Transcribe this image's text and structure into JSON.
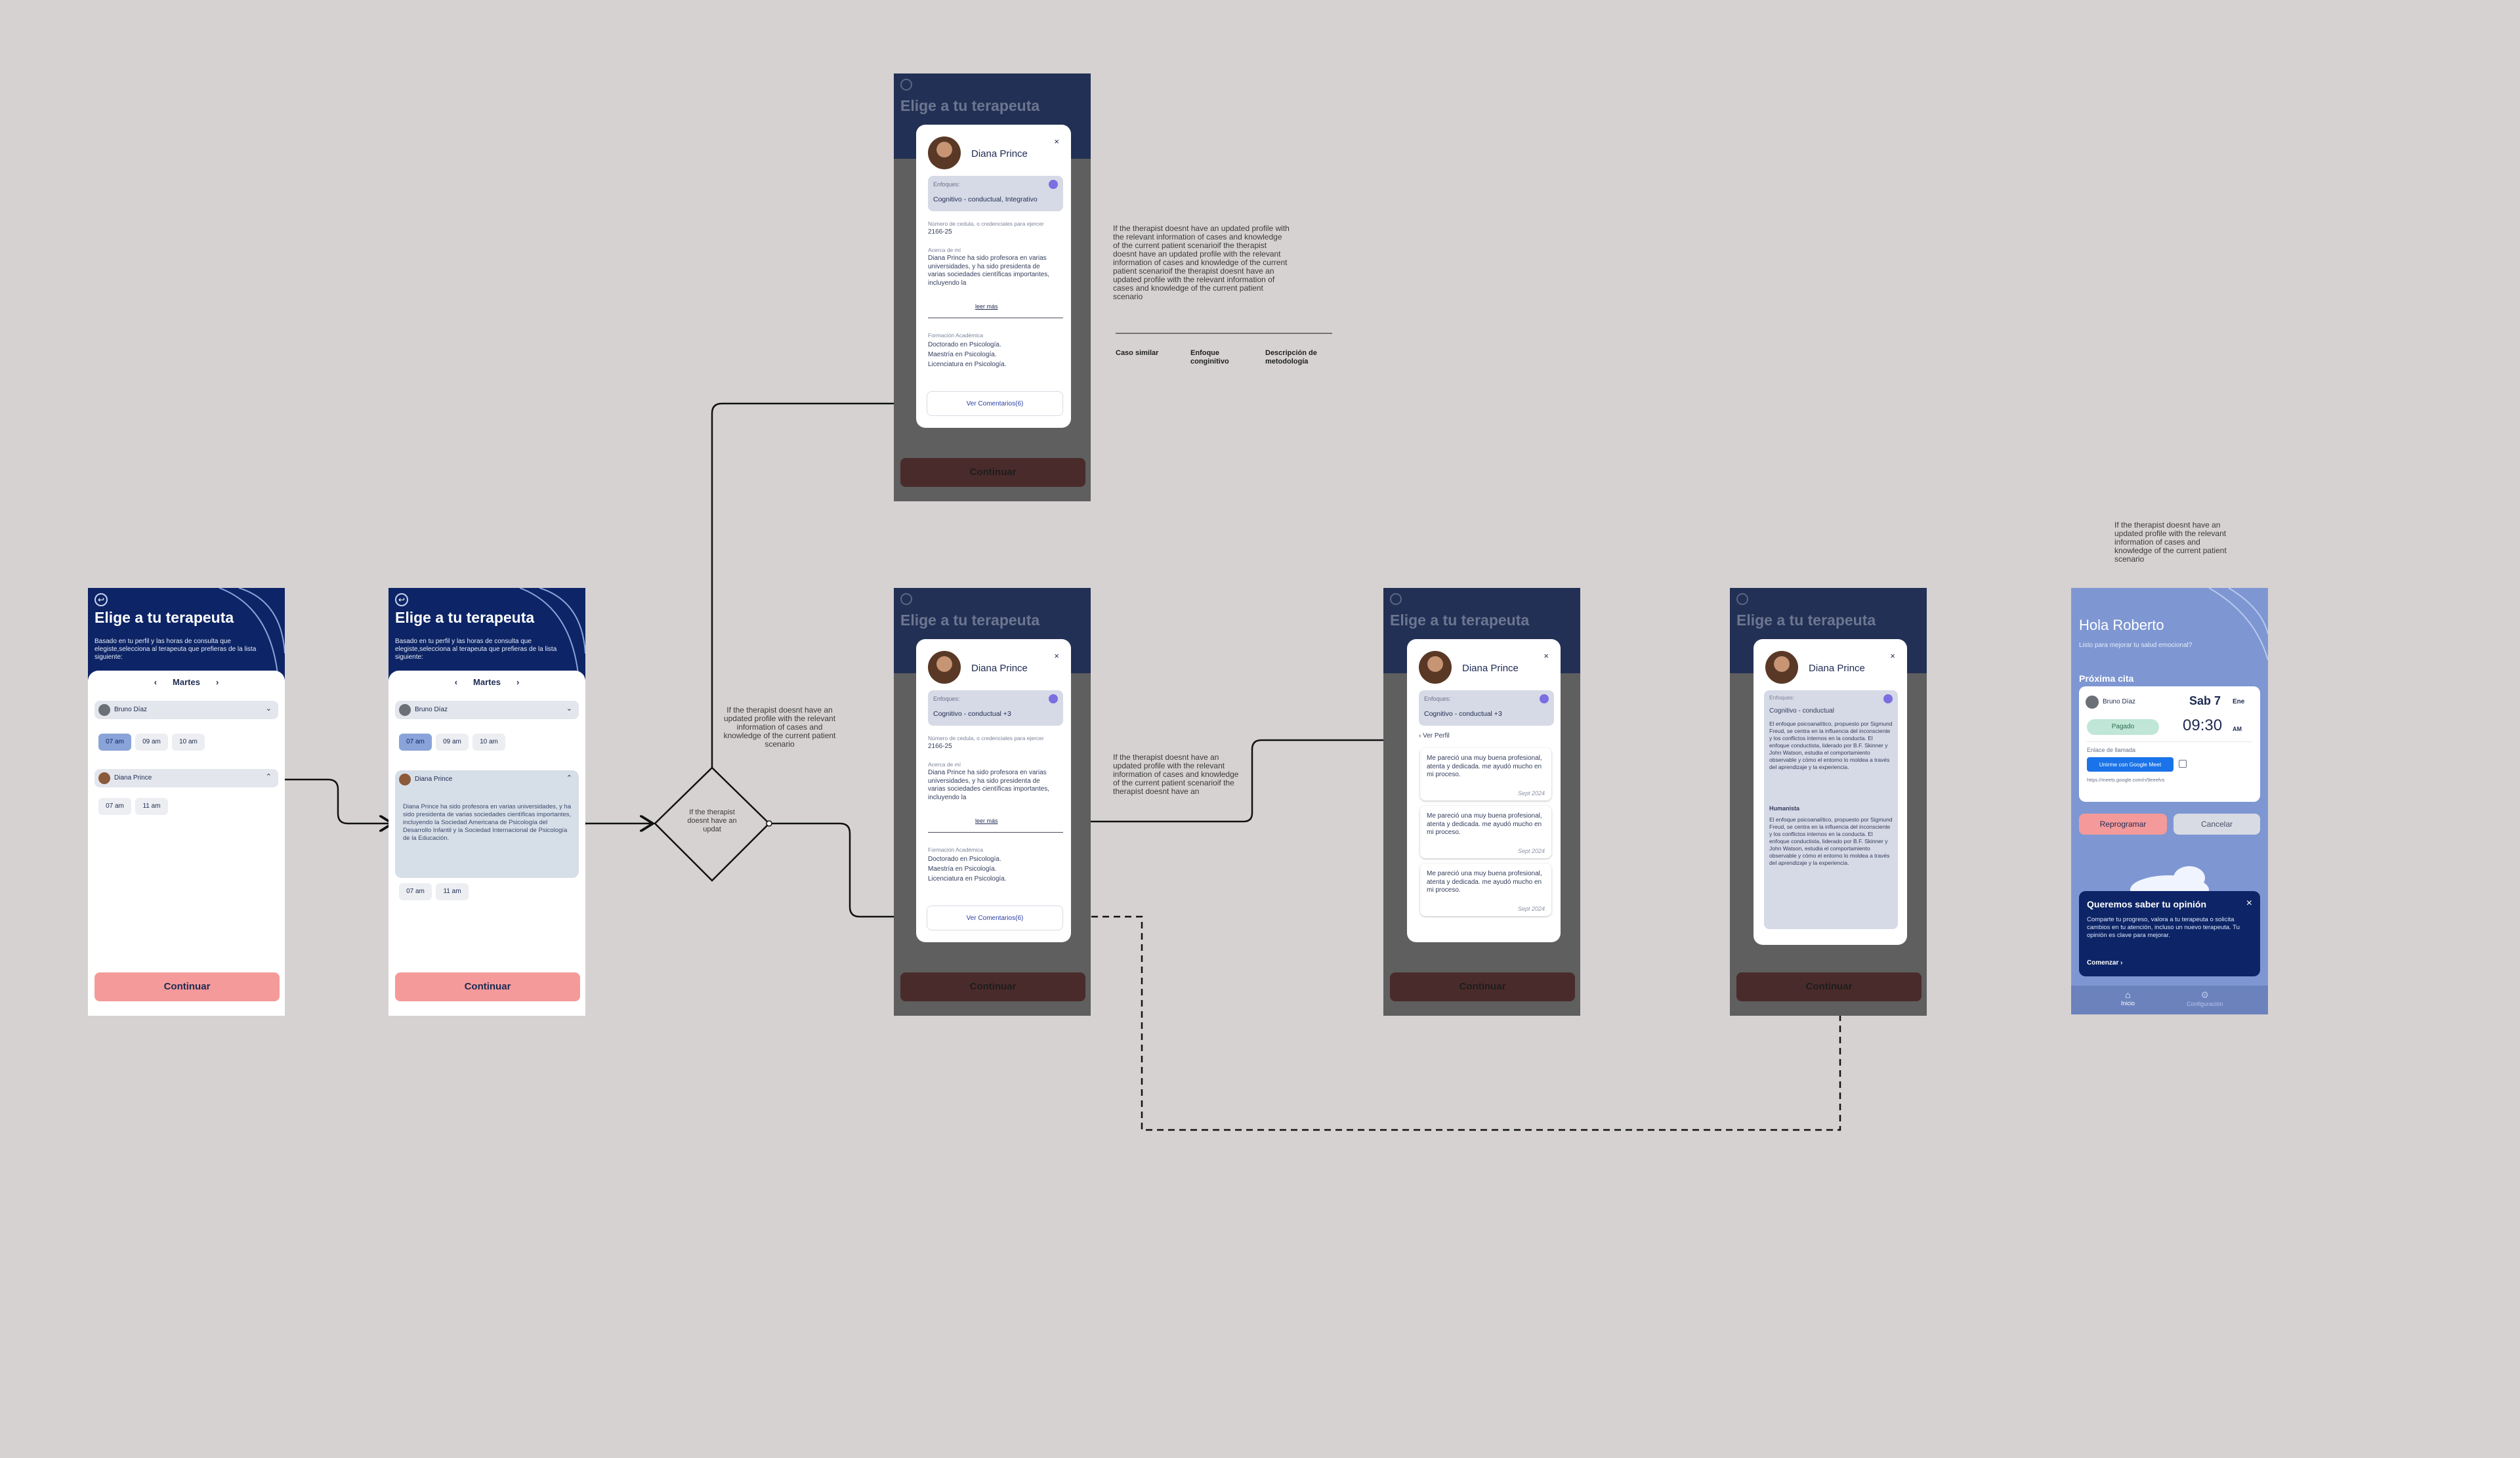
{
  "screen_title": "Elige a tu terapeuta",
  "screen_subtitle": "Basado en tu perfil y las horas de consulta que elegiste,selecciona al terapeuta que prefieras de la lista siguiente:",
  "day": "Martes",
  "therapists": {
    "bruno": "Bruno Díaz",
    "diana": "Diana Prince"
  },
  "slots_bruno": [
    "07 am",
    "09 am",
    "10 am"
  ],
  "slots_diana": [
    "07 am",
    "11 am"
  ],
  "diana_short_bio": "Diana Prince ha sido profesora en varias universidades, y ha sido presidenta de varias sociedades científicas importantes, incluyendo la Sociedad Americana de Psicología del Desarrollo Infantil y la Sociedad Internacional de Psicología de la Educación.",
  "continue_label": "Continuar",
  "decision_label": "If the therapist doesnt have an updat",
  "note_decision": "If the therapist doesnt have an updated profile with the relevant information of cases and knowledge of the current patient scenario",
  "note_top": "If the therapist doesnt have an updated profile with the relevant information of cases and knowledge of the current patient scenarioif the therapist doesnt have an updated profile with the relevant information of cases and knowledge of the current patient scenarioif the therapist doesnt have an updated profile with the relevant information of cases and knowledge of the current patient scenario",
  "note_mid": "If the therapist doesnt have an updated profile with the relevant information of cases and knowledge of the current patient scenarioif the therapist doesnt have an",
  "note_right": "If the therapist doesnt have an updated profile with the relevant information of cases and knowledge of the current patient scenario",
  "table_headers": [
    "Caso similar",
    "Enfoque conginitivo",
    "Descripción de metodología"
  ],
  "modal": {
    "name": "Diana Prince",
    "close": "×",
    "enfoque_label": "Enfoques:",
    "enfoque_full": "Cognitivo - conductual, Integrativo",
    "enfoque_short": "Cognitivo - conductual +3",
    "enfoque_single": "Cognitivo - conductual",
    "license_label": "Número de cedula, o credenciales para ejercer",
    "license_value": "2166-25",
    "about_label": "Acerca de mí",
    "about_text": "Diana Prince ha sido profesora en varias universidades, y ha sido presidenta de varias sociedades científicas importantes, incluyendo la",
    "read_more": "leer más",
    "education_label": "Formación Académica",
    "education": [
      "Doctorado en Psicología.",
      "Maestría en Psicología.",
      "Licenciatura en Psicología."
    ],
    "comments_button": "Ver Comentarios(6)",
    "back_profile": "Ver Perfil",
    "comment_text": "Me pareció una muy buena profesional, atenta y dedicada. me ayudó mucho en mi proceso.",
    "comment_date": "Sept 2024",
    "approach_text_1": "El enfoque psicoanalítico, propuesto por Sigmund Freud, se centra en la influencia del inconsciente y los conflictos internos en la conducta. El enfoque conductista, liderado por B.F. Skinner y John Watson, estudia el comportamiento observable y cómo el entorno lo moldea a través del aprendizaje y la experiencia.",
    "approach_heading": "Humanista",
    "approach_text_2": "El enfoque psicoanalítico, propuesto por Sigmund Freud, se centra en la influencia del inconsciente y los conflictos internos en la conducta. El enfoque conductista, liderado por B.F. Skinner y John Watson, estudia el comportamiento observable y cómo el entorno lo moldea a través del aprendizaje y la experiencia."
  },
  "home": {
    "greeting": "Hola Roberto",
    "subtitle": "Listo para mejorar tu salud emocional?",
    "next_label": "Próxima cita",
    "therapist": "Bruno Díaz",
    "day": "Sab 7",
    "month": "Ene",
    "time": "09:30",
    "ampm": "AM",
    "status": "Pagado",
    "call_label": "Enlace de llamada",
    "meet_button": "Unirme con Google Meet",
    "meet_url": "https://meets.google.com/n/9eeefvs",
    "reschedule": "Reprogramar",
    "cancel": "Cancelar",
    "survey_title": "Queremos saber tu opinión",
    "survey_text": "Comparte tu progreso, valora a tu terapeuta o solicita cambios en tu atención, incluso un nuevo terapeuta. Tu opinión es clave para mejorar.",
    "survey_cta": "Comenzar",
    "tab_home": "Inicio",
    "tab_settings": "Configuración"
  },
  "colors": {
    "canvas": "#d6d2d2",
    "header_navy": "#0d2566",
    "cta_pink": "#f59a9a",
    "accent_blue": "#7e97d2"
  }
}
